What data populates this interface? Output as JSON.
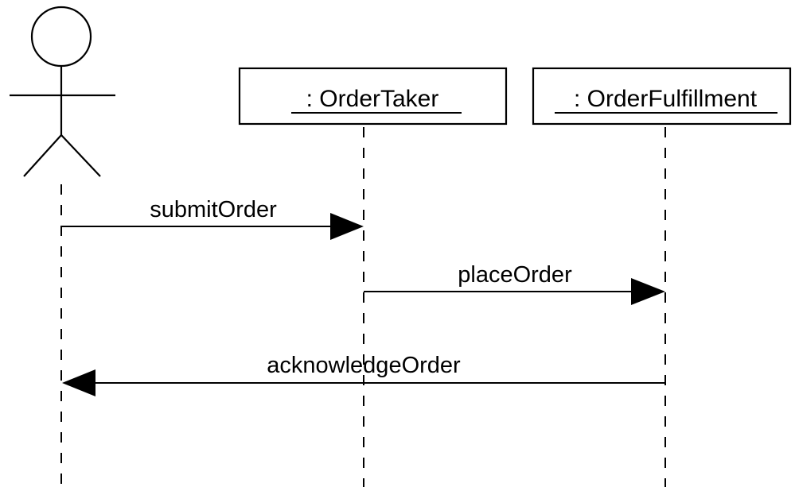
{
  "diagram": {
    "type": "sequence",
    "actor": {
      "label": ""
    },
    "participants": [
      {
        "id": "ordertaker",
        "label": ": OrderTaker"
      },
      {
        "id": "orderfulfillment",
        "label": ": OrderFulfillment"
      }
    ],
    "messages": [
      {
        "id": "submit",
        "label": "submitOrder",
        "from": "actor",
        "to": "ordertaker"
      },
      {
        "id": "place",
        "label": "placeOrder",
        "from": "ordertaker",
        "to": "orderfulfillment"
      },
      {
        "id": "ack",
        "label": "acknowledgeOrder",
        "from": "orderfulfillment",
        "to": "actor"
      }
    ]
  }
}
